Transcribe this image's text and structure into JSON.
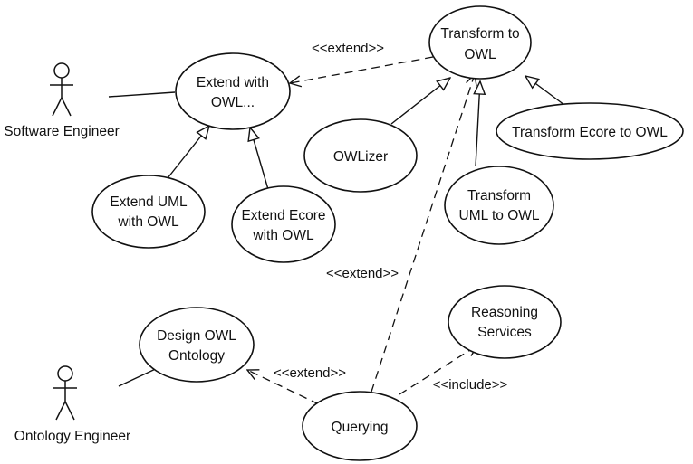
{
  "actors": {
    "software_engineer": "Software Engineer",
    "ontology_engineer": "Ontology Engineer"
  },
  "use_cases": {
    "extend_with_owl": [
      "Extend with",
      "OWL..."
    ],
    "transform_to_owl": [
      "Transform to",
      "OWL"
    ],
    "owlizer": [
      "OWLizer"
    ],
    "transform_ecore_to_owl": [
      "Transform Ecore to OWL"
    ],
    "transform_uml_to_owl": [
      "Transform",
      "UML to OWL"
    ],
    "extend_uml_with_owl": [
      "Extend UML",
      "with OWL"
    ],
    "extend_ecore_with_owl": [
      "Extend Ecore",
      "with OWL"
    ],
    "design_owl_ontology": [
      "Design OWL",
      "Ontology"
    ],
    "reasoning_services": [
      "Reasoning",
      "Services"
    ],
    "querying": [
      "Querying"
    ]
  },
  "relations": {
    "extend_top": "<<extend>>",
    "extend_middle": "<<extend>>",
    "extend_bottom": "<<extend>>",
    "include": "<<include>>"
  }
}
